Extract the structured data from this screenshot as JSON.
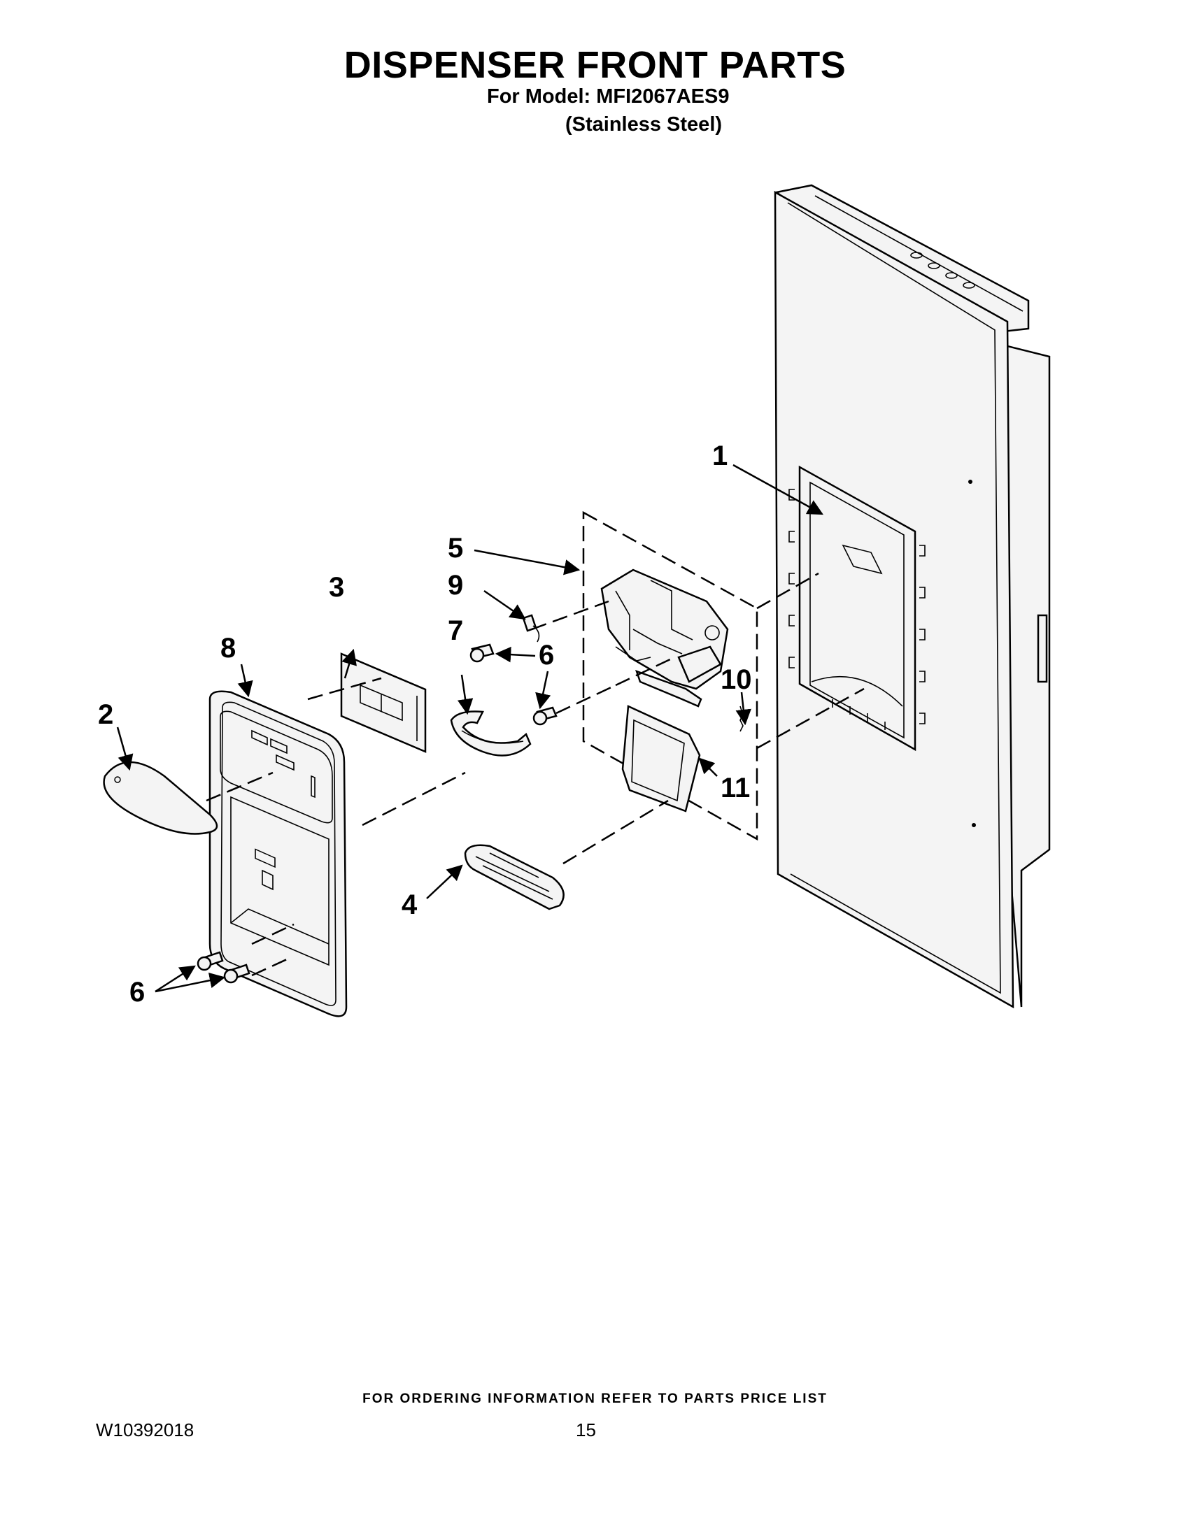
{
  "header": {
    "title": "DISPENSER FRONT PARTS",
    "model_line": "For Model: MFI2067AES9",
    "finish_line": "(Stainless Steel)"
  },
  "callouts": {
    "c1": "1",
    "c2": "2",
    "c3": "3",
    "c4": "4",
    "c5": "5",
    "c6": "6",
    "c7": "7",
    "c8": "8",
    "c9": "9",
    "c10": "10",
    "c11": "11"
  },
  "footer": {
    "ordering_note": "FOR ORDERING INFORMATION REFER TO PARTS PRICE LIST",
    "document_number": "W10392018",
    "page_number": "15"
  }
}
